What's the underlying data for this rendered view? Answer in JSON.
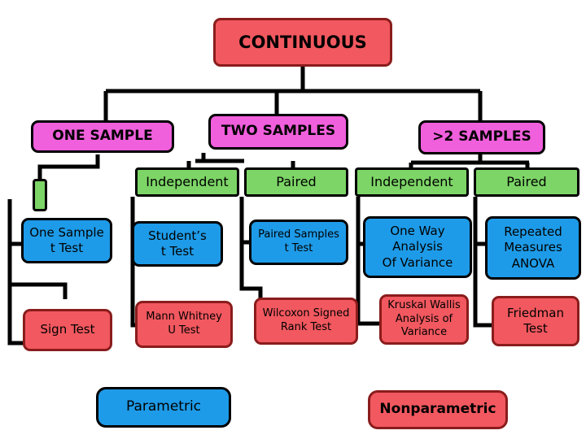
{
  "root": {
    "label": "CONTINUOUS"
  },
  "branches": {
    "one_sample": "ONE SAMPLE",
    "two_samples": "TWO SAMPLES",
    "gt2_samples": ">2 SAMPLES"
  },
  "design": {
    "two_independent": "Independent",
    "two_paired": "Paired",
    "gt2_independent": "Independent",
    "gt2_paired": "Paired"
  },
  "parametric_tests": {
    "one_sample": "One Sample\nt Test",
    "two_independent": "Student’s\nt Test",
    "two_paired": "Paired Samples\nt Test",
    "gt2_independent": "One Way\nAnalysis\nOf Variance",
    "gt2_paired": "Repeated\nMeasures\nANOVA"
  },
  "nonparametric_tests": {
    "one_sample": "Sign Test",
    "two_independent": "Mann Whitney\nU Test",
    "two_paired": "Wilcoxon Signed\nRank Test",
    "gt2_independent": "Kruskal Wallis\nAnalysis of\nVariance",
    "gt2_paired": "Friedman\nTest"
  },
  "legend": {
    "parametric": "Parametric",
    "nonparametric": "Nonparametric"
  },
  "colors": {
    "root": "#f2585f",
    "sample_group": "#f05fdc",
    "design": "#7dd567",
    "parametric": "#1e9be8",
    "nonparametric": "#f2585f"
  }
}
